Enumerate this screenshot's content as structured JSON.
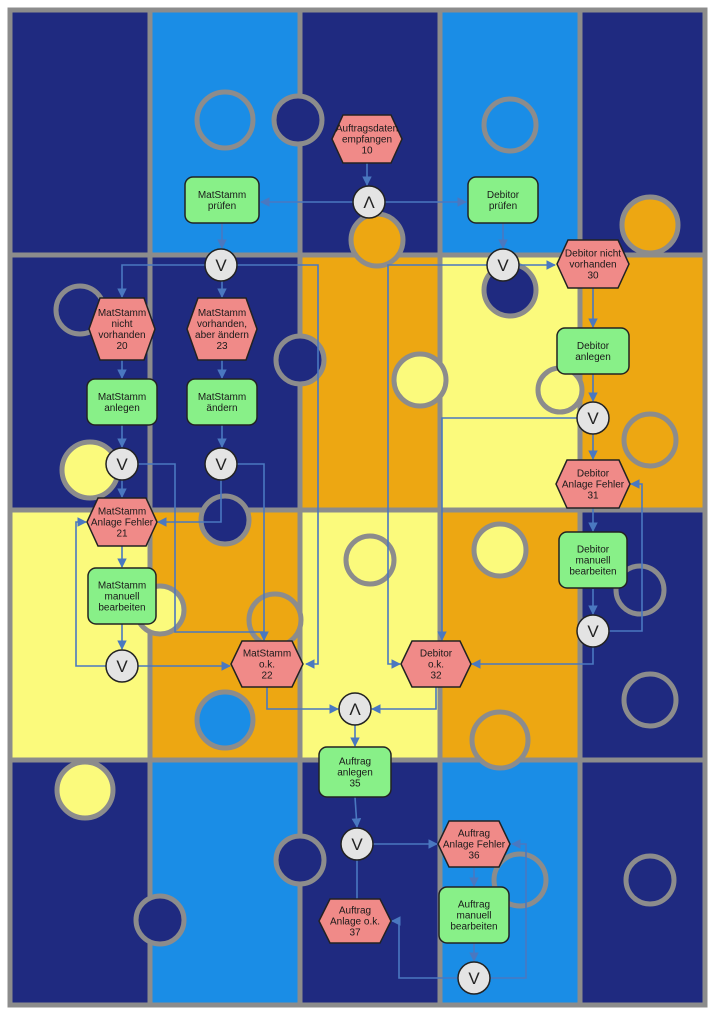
{
  "colors": {
    "dark_blue": "#1f2a80",
    "light_blue": "#1a8de6",
    "orange": "#eda712",
    "yellow": "#fbfa7c",
    "piece_border": "#8c8c8c",
    "event_fill": "#f08a88",
    "function_fill": "#88f088",
    "connector_fill": "#e4e4e4",
    "arrow": "#4a78c0"
  },
  "events": [
    {
      "id": "e10",
      "lines": [
        "Auftragsdaten",
        "empfangen",
        "10"
      ]
    },
    {
      "id": "e20",
      "lines": [
        "MatStamm",
        "nicht",
        "vorhanden",
        "20"
      ]
    },
    {
      "id": "e23",
      "lines": [
        "MatStamm",
        "vorhanden,",
        "aber ändern",
        "23"
      ]
    },
    {
      "id": "e30",
      "lines": [
        "Debitor nicht",
        "vorhanden",
        "30"
      ]
    },
    {
      "id": "e21",
      "lines": [
        "MatStamm",
        "Anlage Fehler",
        "21"
      ]
    },
    {
      "id": "e31",
      "lines": [
        "Debitor",
        "Anlage Fehler",
        "31"
      ]
    },
    {
      "id": "e22",
      "lines": [
        "MatStamm",
        "o.k.",
        "22"
      ]
    },
    {
      "id": "e32",
      "lines": [
        "Debitor",
        "o.k.",
        "32"
      ]
    },
    {
      "id": "e36",
      "lines": [
        "Auftrag",
        "Anlage Fehler",
        "36"
      ]
    },
    {
      "id": "e37",
      "lines": [
        "Auftrag",
        "Anlage o.k.",
        "37"
      ]
    }
  ],
  "functions": [
    {
      "id": "f_matpruef",
      "lines": [
        "MatStamm",
        "prüfen"
      ]
    },
    {
      "id": "f_debpruef",
      "lines": [
        "Debitor",
        "prüfen"
      ]
    },
    {
      "id": "f_matanlegen",
      "lines": [
        "MatStamm",
        "anlegen"
      ]
    },
    {
      "id": "f_matandern",
      "lines": [
        "MatStamm",
        "ändern"
      ]
    },
    {
      "id": "f_debanlegen",
      "lines": [
        "Debitor",
        "anlegen"
      ]
    },
    {
      "id": "f_matmanuell",
      "lines": [
        "MatStamm",
        "manuell",
        "bearbeiten"
      ]
    },
    {
      "id": "f_debmanuell",
      "lines": [
        "Debitor",
        "manuell",
        "bearbeiten"
      ]
    },
    {
      "id": "f_auftraganlegen",
      "lines": [
        "Auftrag",
        "anlegen",
        "35"
      ]
    },
    {
      "id": "f_auftragmanuell",
      "lines": [
        "Auftrag",
        "manuell",
        "bearbeiten"
      ]
    }
  ],
  "connectors": [
    {
      "id": "c_and_top",
      "symbol": "Λ"
    },
    {
      "id": "c_or_mat",
      "symbol": "V"
    },
    {
      "id": "c_or_deb",
      "symbol": "V"
    },
    {
      "id": "c_or_matanl",
      "symbol": "V"
    },
    {
      "id": "c_or_matand",
      "symbol": "V"
    },
    {
      "id": "c_or_debanl",
      "symbol": "V"
    },
    {
      "id": "c_or_matman",
      "symbol": "V"
    },
    {
      "id": "c_or_debman",
      "symbol": "V"
    },
    {
      "id": "c_and_mid",
      "symbol": "Λ"
    },
    {
      "id": "c_or_auftrag",
      "symbol": "V"
    },
    {
      "id": "c_or_auftman",
      "symbol": "V"
    }
  ]
}
